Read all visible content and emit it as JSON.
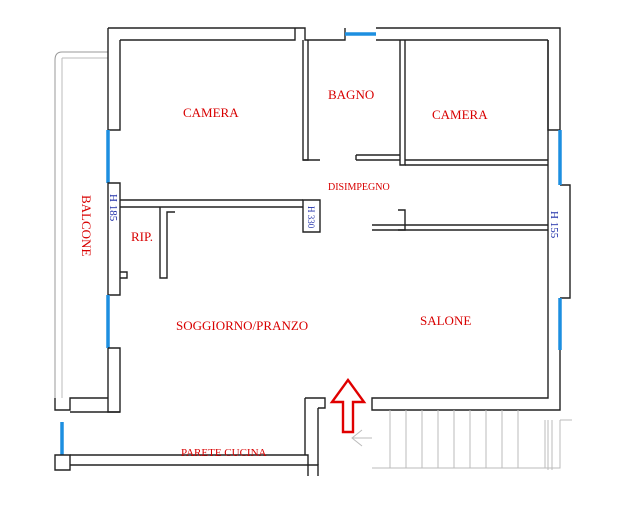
{
  "rooms": {
    "camera_left": "CAMERA",
    "bagno": "BAGNO",
    "camera_right": "CAMERA",
    "disimpegno": "DISIMPEGNO",
    "balcone": "BALCONE",
    "height_left": "H 185",
    "height_mid": "H 330",
    "height_right": "H 155",
    "rip": "RIP.",
    "soggiorno": "SOGGIORNO/PRANZO",
    "salone": "SALONE",
    "parete_cucina": "PARETE CUCINA"
  },
  "colors": {
    "wall": "#222222",
    "window": "#1d8fe0",
    "label": "#d80000",
    "height_label": "#1f2fa8",
    "entrance_arrow": "#e00000"
  },
  "icons": {
    "entrance": "entrance-arrow-icon"
  }
}
